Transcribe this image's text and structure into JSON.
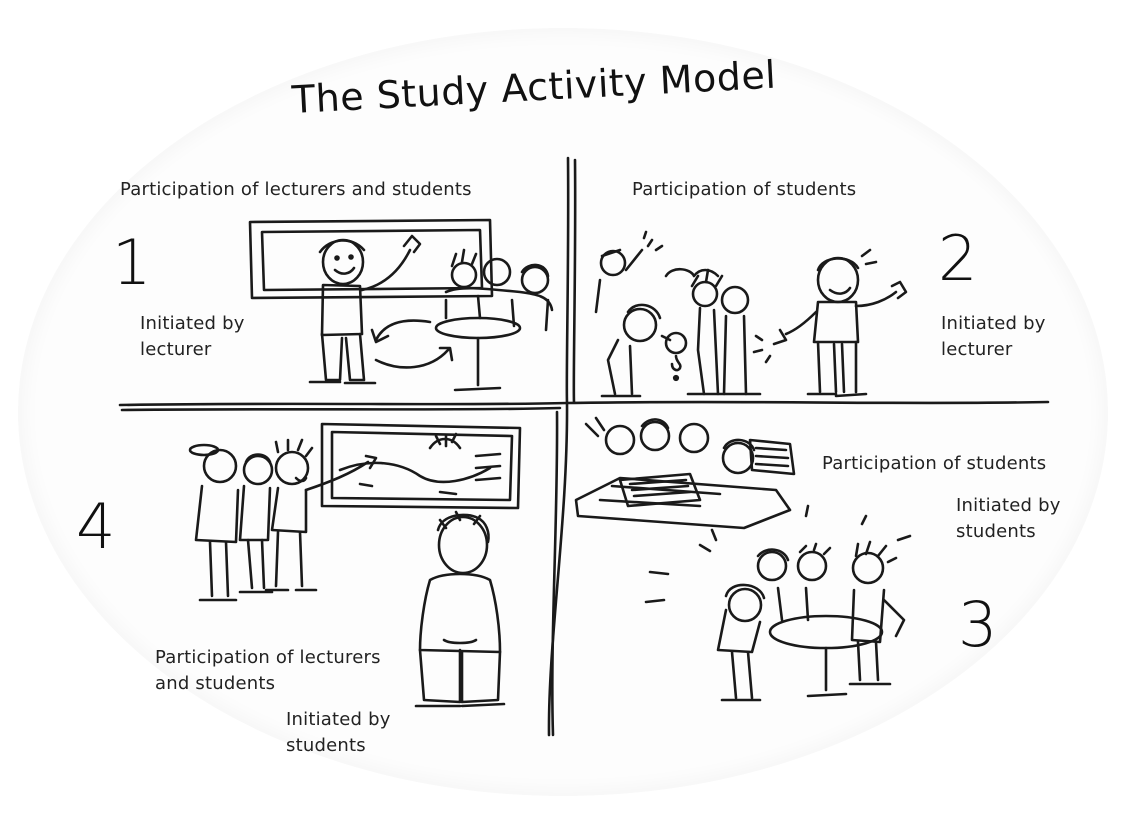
{
  "title": "The Study Activity Model",
  "quadrants": [
    {
      "number": "1",
      "participation": "Participation of lecturers and students",
      "initiated_line1": "Initiated by",
      "initiated_line2": "lecturer"
    },
    {
      "number": "2",
      "participation": "Participation of students",
      "initiated_line1": "Initiated by",
      "initiated_line2": "lecturer"
    },
    {
      "number": "3",
      "participation": "Participation of students",
      "initiated_line1": "Initiated by",
      "initiated_line2": "students"
    },
    {
      "number": "4",
      "participation_line1": "Participation of lecturers",
      "participation_line2": "and students",
      "initiated_line1": "Initiated by",
      "initiated_line2": "students"
    }
  ],
  "colors": {
    "ink": "#1a1a1a",
    "background": "#ffffff"
  },
  "illustrations": [
    "lecturer-at-board-illustration",
    "students-exploring-illustration",
    "students-group-work-illustration",
    "student-presentation-illustration"
  ]
}
